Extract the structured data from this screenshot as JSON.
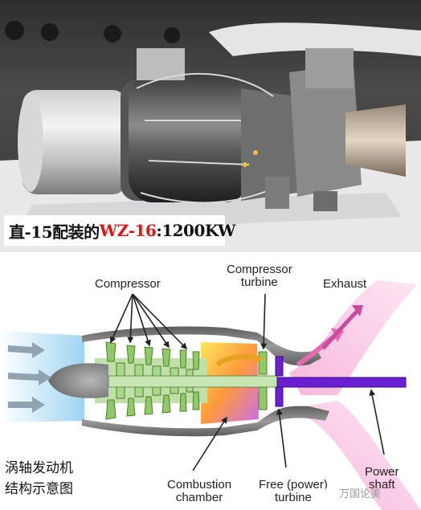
{
  "photo": {
    "caption_prefix": "直-15配装的",
    "caption_model": "WZ-16",
    "caption_suffix": ":1200KW"
  },
  "diagram": {
    "title_line1": "涡轴发动机",
    "title_line2": "结构示意图",
    "labels": {
      "compressor": "Compressor",
      "compressor_turbine_1": "Compressor",
      "compressor_turbine_2": "turbine",
      "exhaust": "Exhaust",
      "combustion_1": "Combustion",
      "combustion_2": "chamber",
      "free_turbine_1": "Free (power)",
      "free_turbine_2": "turbine",
      "power_shaft_1": "Power",
      "power_shaft_2": "shaft"
    },
    "watermark": "万国论美"
  },
  "colors": {
    "highlight_red": "#e01414",
    "compressor_green": "#8fc96a",
    "shaft_purple": "#6a1fd0",
    "exhaust_pink": "#f4a9d8",
    "intake_blue": "#a9d8f2"
  }
}
